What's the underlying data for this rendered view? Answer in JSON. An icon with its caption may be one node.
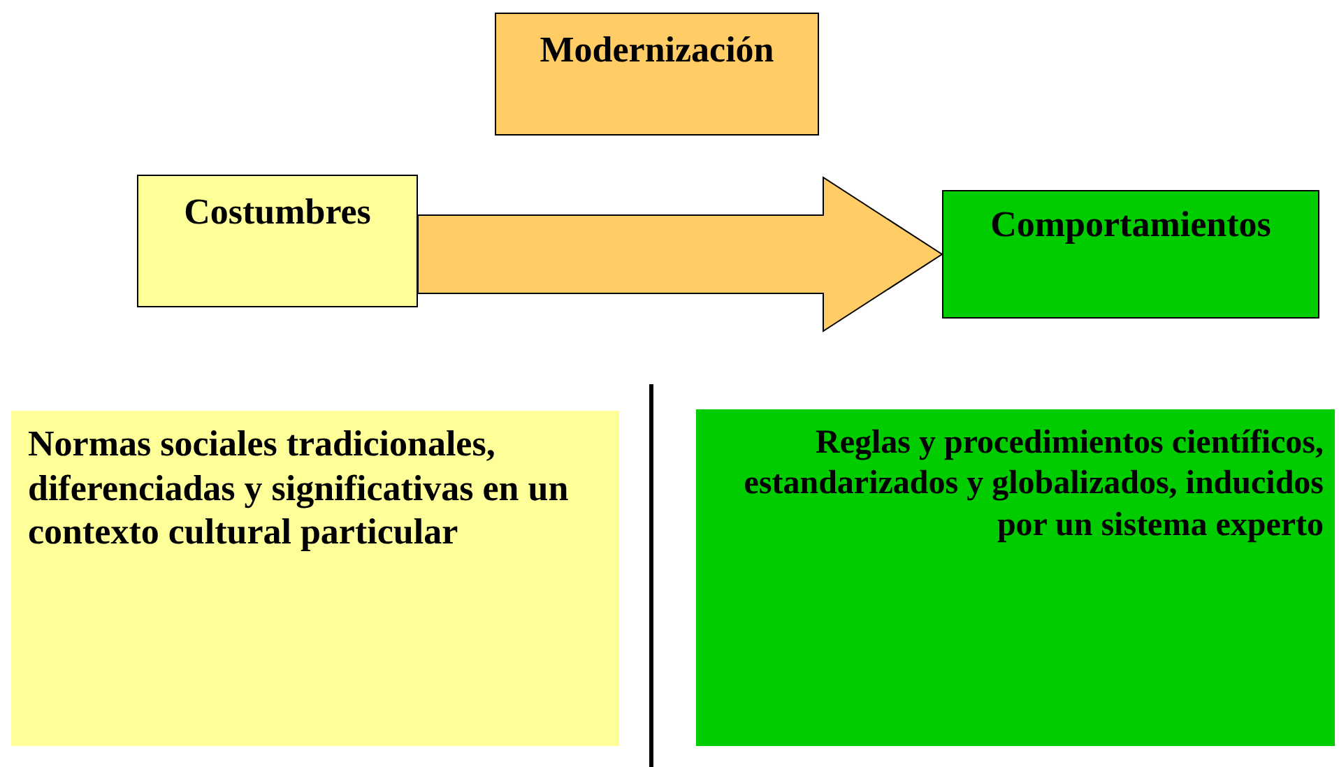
{
  "diagram": {
    "nodes": [
      {
        "text": [
          "Modernización"
        ]
      },
      {
        "text": [
          "Costumbres"
        ]
      },
      {
        "text": [
          "Comportamientos"
        ]
      },
      {
        "text": [
          "Normas sociales tradicionales, diferenciadas y significativas en un contexto cultural particular"
        ]
      },
      {
        "text": [
          "Reglas y procedimientos científicos, estandarizados y globalizados, inducidos por un sistema experto"
        ]
      }
    ],
    "edges": [
      {
        "from": 1,
        "to": 2,
        "arrow": "to",
        "style": "thick"
      }
    ]
  }
}
